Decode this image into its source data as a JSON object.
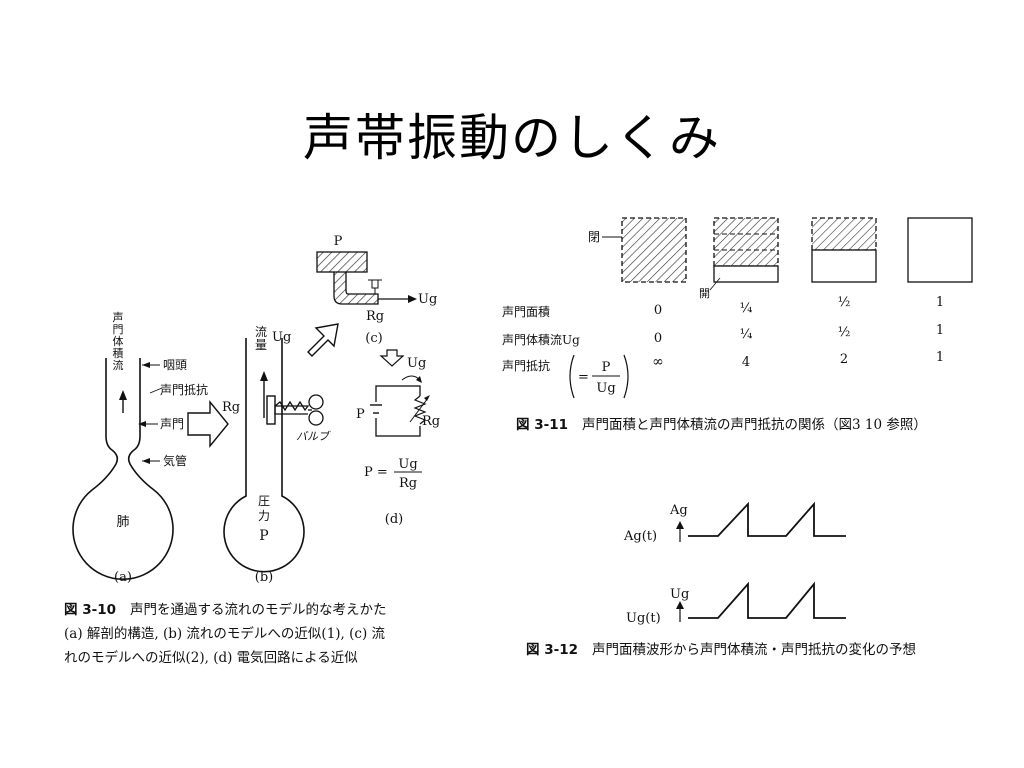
{
  "slide": {
    "title": "声帯振動のしくみ"
  },
  "fig310": {
    "labels": {
      "vert_flow": [
        "声",
        "門",
        "体",
        "積",
        "流"
      ],
      "pharynx": "咽頭",
      "glottal_resistance": "声門抵抗",
      "glottis": "声門",
      "trachea": "気管",
      "lung": "肺",
      "rg": "Rg",
      "ug": "Ug",
      "flow_vert": [
        "流",
        "量"
      ],
      "pressure_vert": [
        "圧",
        "力"
      ],
      "p": "P",
      "valve": "バルブ",
      "formula_p": "P =",
      "formula_num": "Ug",
      "formula_den": "Rg"
    },
    "panels": {
      "a": "(a)",
      "b": "(b)",
      "c": "(c)",
      "d": "(d)"
    },
    "caption": {
      "fig": "図 3-10",
      "line1": "声門を通過する流れのモデル的な考えかた",
      "line2": "(a) 解剖的構造, (b) 流れのモデルへの近似(1), (c) 流",
      "line3": "れのモデルへの近似(2), (d) 電気回路による近似"
    }
  },
  "fig311": {
    "closed_label": "閉",
    "open_label": "開",
    "rows": [
      {
        "label": "声門面積",
        "values": [
          "0",
          "¼",
          "½",
          "1"
        ]
      },
      {
        "label": "声門体積流Ug",
        "values": [
          "0",
          "¼",
          "½",
          "1"
        ]
      },
      {
        "label": "声門抵抗",
        "values": [
          "∞",
          "4",
          "2",
          "1"
        ]
      }
    ],
    "formula": {
      "eq": "=",
      "num": "P",
      "den": "Ug"
    },
    "caption": {
      "fig": "図 3-11",
      "text": "声門面積と声門体積流の声門抵抗の関係（図3 10 参照）"
    }
  },
  "fig312": {
    "ag_label": "Ag",
    "ag_axis": "Ag(t)",
    "ug_label": "Ug",
    "ug_axis": "Ug(t)",
    "caption": {
      "fig": "図 3-12",
      "text": "声門面積波形から声門体積流・声門抵抗の変化の予想"
    }
  }
}
